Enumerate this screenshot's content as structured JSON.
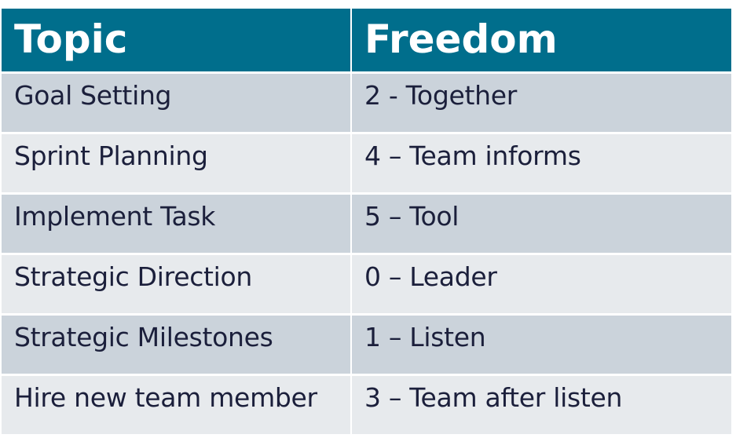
{
  "table": {
    "headers": [
      "Topic",
      "Freedom"
    ],
    "rows": [
      {
        "topic": "Goal Setting",
        "freedom": "2 - Together"
      },
      {
        "topic": "Sprint Planning",
        "freedom": "4 – Team informs"
      },
      {
        "topic": "Implement Task",
        "freedom": "5 – Tool"
      },
      {
        "topic": "Strategic Direction",
        "freedom": "0 – Leader"
      },
      {
        "topic": "Strategic Milestones",
        "freedom": "1 – Listen"
      },
      {
        "topic": "Hire new team member",
        "freedom": "3 – Team after listen"
      }
    ]
  },
  "colors": {
    "header_bg": "#006E8C",
    "header_text": "#FFFFFF",
    "row_odd_bg": "#CBD3DB",
    "row_even_bg": "#E7EAED",
    "body_text": "#1B1F3B"
  }
}
